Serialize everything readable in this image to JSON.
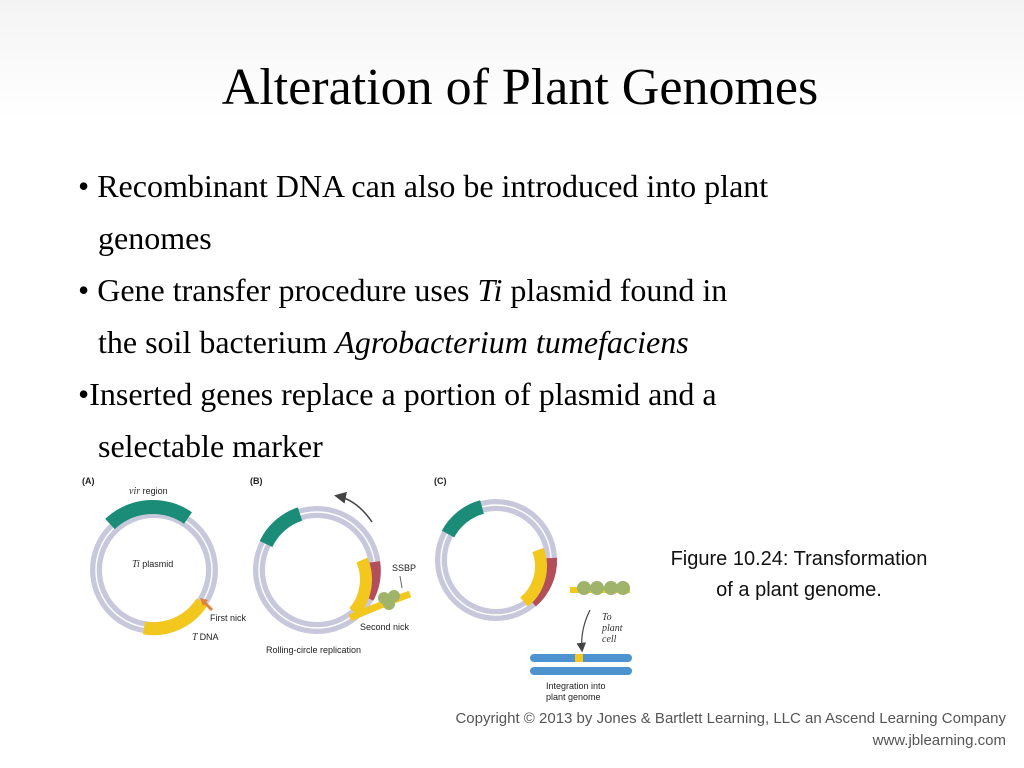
{
  "slide": {
    "title": "Alteration of Plant Genomes",
    "bullets": [
      {
        "marker": "• ",
        "line1": "Recombinant DNA can also be introduced into plant",
        "line2": "genomes"
      },
      {
        "marker": "• ",
        "line1_pre": "Gene transfer procedure uses ",
        "line1_italic": "Ti",
        "line1_post": " plasmid found in",
        "line2_pre": "the soil bacterium ",
        "line2_italic": "Agrobacterium tumefaciens"
      },
      {
        "marker": "•",
        "line1": "Inserted genes replace a portion of plasmid and a",
        "line2": "selectable marker"
      }
    ],
    "caption_line1": "Figure 10.24: Transformation",
    "caption_line2": "of a plant genome.",
    "copyright_line1": "Copyright © 2013 by Jones & Bartlett Learning, LLC an Ascend Learning Company",
    "copyright_line2": "www.jblearning.com"
  },
  "figure": {
    "panel_a": {
      "tag": "(A)",
      "vir_italic": "vir",
      "vir_text": " region",
      "ti_italic": "Ti",
      "ti_text": " plasmid",
      "first_nick": "First nick",
      "t_italic": "T",
      "t_text": "DNA"
    },
    "panel_b": {
      "tag": "(B)",
      "ssbp": "SSBP",
      "second_nick": "Second nick",
      "caption": "Rolling-circle replication"
    },
    "panel_c": {
      "tag": "(C)",
      "to": "To",
      "plant": "plant",
      "cell": "cell",
      "integration_1": "Integration into",
      "integration_2": "plant genome"
    },
    "colors": {
      "ring": "#c8c8dc",
      "vir": "#1a8c78",
      "tdna": "#f2c81e",
      "red": "#b24f5a",
      "ssbp": "#9fb46a",
      "chrom": "#4d93cf",
      "arrow": "#e0823a"
    }
  }
}
